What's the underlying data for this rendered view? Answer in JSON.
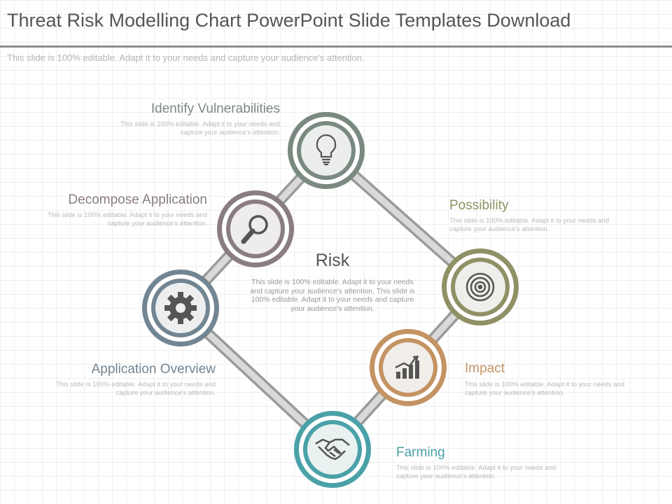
{
  "slide": {
    "title": "Threat Risk Modelling Chart PowerPoint Slide Templates Download",
    "subtitle": "This slide is 100% editable. Adapt it to your needs and capture your audience's attention."
  },
  "center": {
    "title": "Risk",
    "text": "This slide is 100% editable. Adapt it to your needs and capture your audience's attention. This slide is 100% editable. Adapt it to your needs and capture your audience's attention."
  },
  "nodes": [
    {
      "id": "identify",
      "label": "Identify Vulnerabilities",
      "text": "This slide is 100% editable. Adapt it to your needs and capture your audience's attention.",
      "color": "#7a8a80",
      "icon": "lightbulb-icon"
    },
    {
      "id": "decompose",
      "label": "Decompose Application",
      "text": "This slide is 100% editable. Adapt it to your needs and capture your audience's attention.",
      "color": "#8a7d80",
      "icon": "magnifier-icon"
    },
    {
      "id": "overview",
      "label": "Application Overview",
      "text": "This slide is 100% editable. Adapt it to your needs and capture your audience's attention.",
      "color": "#728592",
      "icon": "gear-icon"
    },
    {
      "id": "possibility",
      "label": "Possibility",
      "text": "This slide is 100% editable. Adapt it to your needs and capture your audience's attention.",
      "color": "#8f9165",
      "icon": "target-icon"
    },
    {
      "id": "impact",
      "label": "Impact",
      "text": "This slide is 100% editable. Adapt it to your needs and capture your audience's attention.",
      "color": "#c49363",
      "icon": "growth-chart-icon"
    },
    {
      "id": "farming",
      "label": "Farming",
      "text": "This slide is 100% editable. Adapt it to your needs and capture your audience's attention.",
      "color": "#4aa2a8",
      "icon": "handshake-icon"
    }
  ]
}
